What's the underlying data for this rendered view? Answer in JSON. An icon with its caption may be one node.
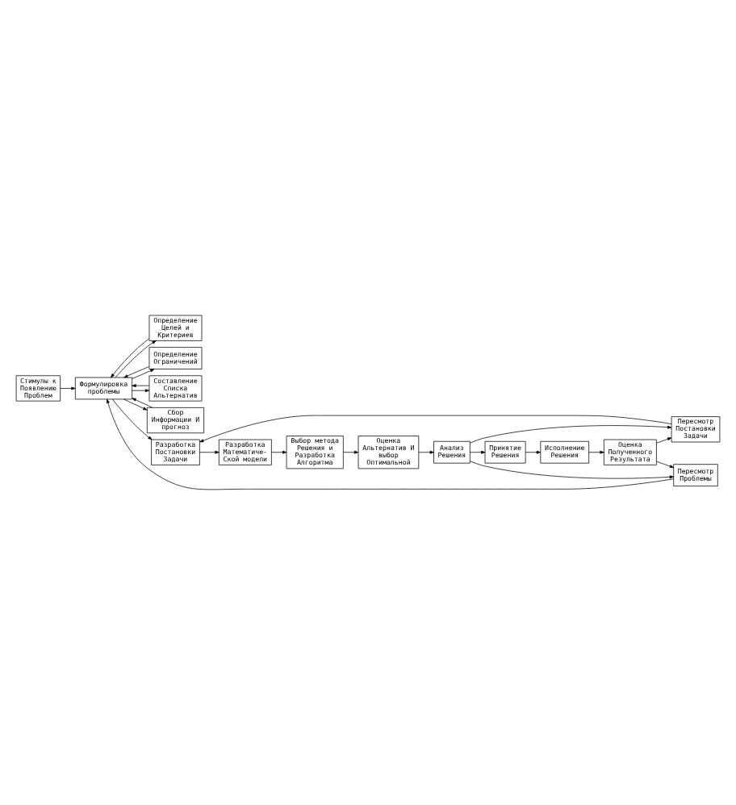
{
  "diagram": {
    "nodes": [
      {
        "text": [
          "Стимулы к Появлению Проблем"
        ]
      },
      {
        "text": [
          "Определение Целей и Критериев"
        ]
      },
      {
        "text": [
          "Определение Ограничений"
        ]
      },
      {
        "text": [
          "Составление Списка Альтернатив"
        ]
      },
      {
        "text": [
          "Сбор Информации И прогноз"
        ]
      },
      {
        "text": [
          "Формулировка проблемы"
        ]
      },
      {
        "text": [
          "Разработка Постановки Задачи"
        ]
      },
      {
        "text": [
          "Разработка Математиче- Ской модели"
        ]
      },
      {
        "text": [
          "Выбор метода Решения и Разработка Алгоритма"
        ]
      },
      {
        "text": [
          "Оценка Альтернатив И выбор Оптимальной"
        ]
      },
      {
        "text": [
          "Анализ Решения"
        ]
      },
      {
        "text": [
          "Пересмотр Постановки Задачи"
        ]
      },
      {
        "text": [
          "Пересмотр Проблемы"
        ]
      },
      {
        "text": [
          "Принятие Решения"
        ]
      },
      {
        "text": [
          "Исполнение Решения"
        ]
      },
      {
        "text": [
          "Оценка Полученного Результата"
        ]
      }
    ],
    "edges": [
      {
        "from": 0,
        "to": 5,
        "arrow": "to"
      },
      {
        "from": 1,
        "to": 5,
        "arrow": "to"
      },
      {
        "from": 2,
        "to": 5,
        "arrow": "to"
      },
      {
        "from": 3,
        "to": 5,
        "arrow": "to"
      },
      {
        "from": 4,
        "to": 5,
        "arrow": "to"
      },
      {
        "from": 5,
        "to": 6,
        "arrow": "to"
      },
      {
        "from": 5,
        "to": 1,
        "arrow": "to"
      },
      {
        "from": 5,
        "to": 2,
        "arrow": "to"
      },
      {
        "from": 5,
        "to": 3,
        "arrow": "to"
      },
      {
        "from": 5,
        "to": 4,
        "arrow": "to"
      },
      {
        "from": 6,
        "to": 7,
        "arrow": "to"
      },
      {
        "from": 7,
        "to": 8,
        "arrow": "to"
      },
      {
        "from": 8,
        "to": 9,
        "arrow": "to"
      },
      {
        "from": 9,
        "to": 10,
        "arrow": "to"
      },
      {
        "from": 10,
        "to": 13,
        "arrow": "to"
      },
      {
        "from": 10,
        "to": 12,
        "arrow": "to"
      },
      {
        "from": 10,
        "to": 11,
        "arrow": "to"
      },
      {
        "from": 11,
        "to": 6,
        "arrow": "to"
      },
      {
        "from": 12,
        "to": 5,
        "arrow": "to"
      },
      {
        "from": 13,
        "to": 14,
        "arrow": "to"
      },
      {
        "from": 14,
        "to": 15,
        "arrow": "to"
      },
      {
        "from": 15,
        "to": 11,
        "arrow": "to"
      },
      {
        "from": 15,
        "to": 12,
        "arrow": "to"
      }
    ]
  }
}
